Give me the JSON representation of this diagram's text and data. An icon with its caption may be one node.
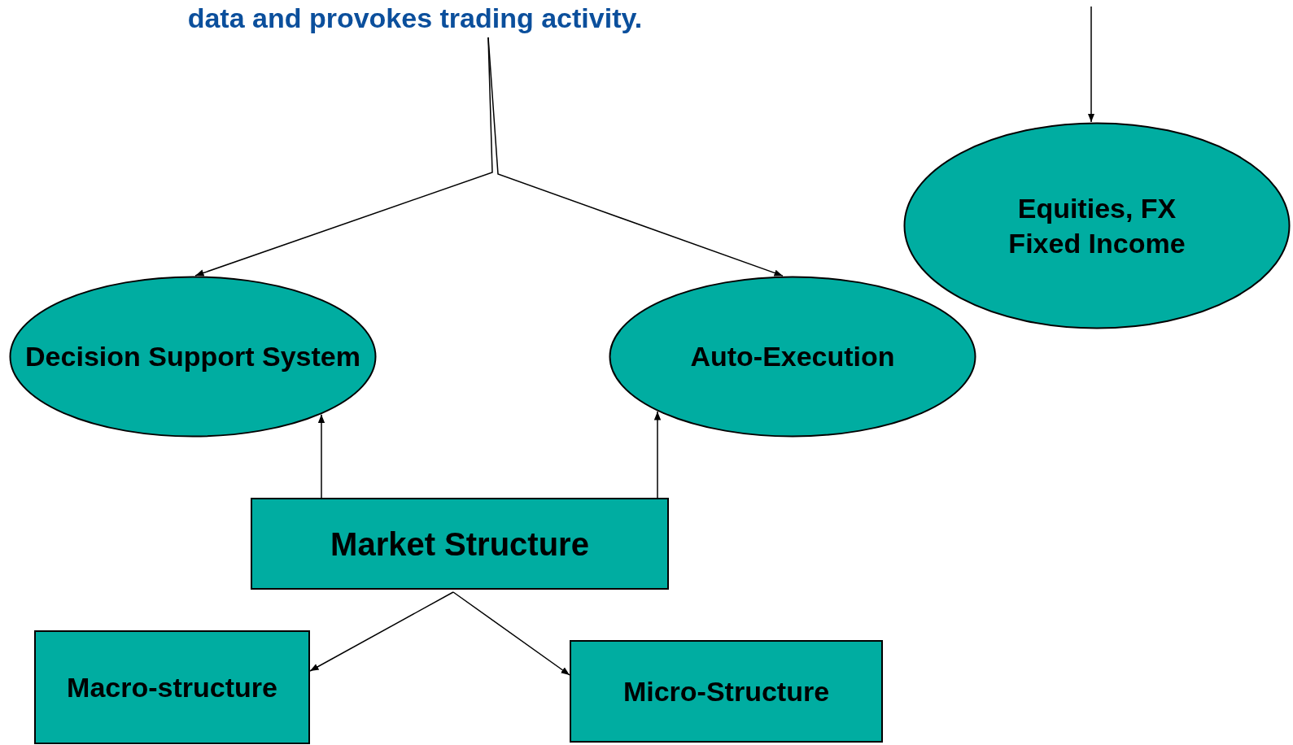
{
  "diagram": {
    "nodes": [
      {
        "text": [
          "data and provokes trading activity."
        ]
      },
      {
        "text": [
          "Equities, FX Fixed Income"
        ]
      },
      {
        "text": [
          "Decision Support System"
        ]
      },
      {
        "text": [
          "Auto-Execution"
        ]
      },
      {
        "text": [
          "Market Structure"
        ]
      },
      {
        "text": [
          "Macro-structure"
        ]
      },
      {
        "text": [
          "Micro-Structure"
        ]
      }
    ],
    "edges": [
      {
        "from": 0,
        "to": 2,
        "arrow": "to"
      },
      {
        "from": 0,
        "to": 3,
        "arrow": "to"
      },
      {
        "from": null,
        "to": 1,
        "arrow": "to"
      },
      {
        "from": 4,
        "to": 2,
        "arrow": "to"
      },
      {
        "from": 4,
        "to": 3,
        "arrow": "to"
      },
      {
        "from": 4,
        "to": 5,
        "arrow": "to"
      },
      {
        "from": 4,
        "to": 6,
        "arrow": "to"
      }
    ]
  }
}
